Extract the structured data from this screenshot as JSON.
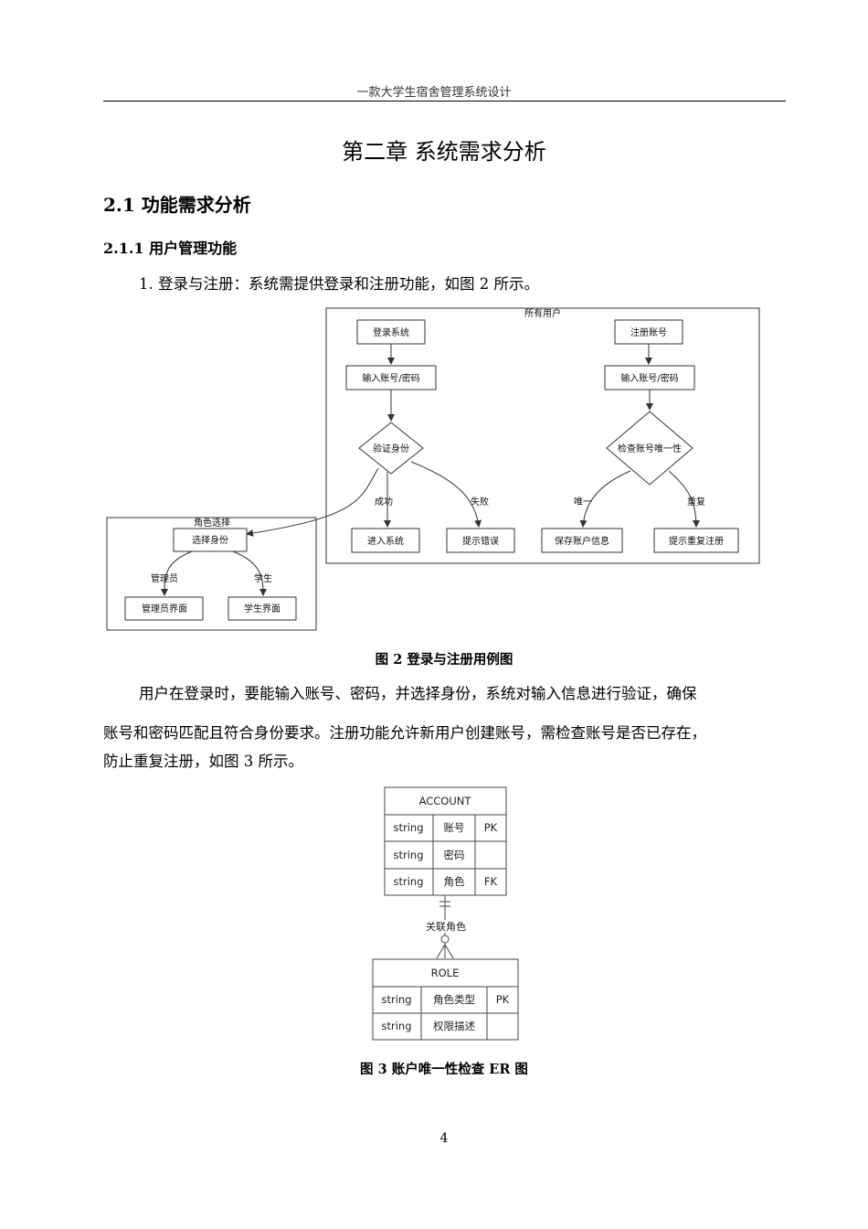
{
  "header": {
    "title": "一款大学生宿舍管理系统设计"
  },
  "chapter": {
    "title": "第二章  系统需求分析"
  },
  "section": {
    "title": "2.1  功能需求分析"
  },
  "subsection": {
    "title": "2.1.1  用户管理功能"
  },
  "item1": {
    "text": "1. 登录与注册：系统需提供登录和注册功能，如图 2 所示。"
  },
  "figure2": {
    "outer_label": "所有用户",
    "login_system": "登录系统",
    "input_login": "输入账号/密码",
    "verify": "验证身份",
    "success": "成功",
    "fail": "失败",
    "enter": "进入系统",
    "error": "提示错误",
    "register": "注册账号",
    "input_register": "输入账号/密码",
    "check_unique": "检查账号唯一性",
    "unique": "唯一",
    "duplicate": "重复",
    "save": "保存账户信息",
    "dup_hint": "提示重复注册",
    "role_box_label": "角色选择",
    "select_role": "选择身份",
    "admin": "管理员",
    "student": "学生",
    "admin_ui": "管理员界面",
    "student_ui": "学生界面",
    "caption": "图 2  登录与注册用例图"
  },
  "body_paragraph": {
    "lines": [
      "用户在登录时，要能输入账号、密码，并选择身份，系统对输入信息进行验证，确保",
      "账号和密码匹配且符合身份要求。注册功能允许新用户创建账号，需检查账号是否已存在，",
      "防止重复注册，如图 3 所示。"
    ]
  },
  "figure3": {
    "account": {
      "title": "ACCOUNT",
      "rows": [
        [
          "string",
          "账号",
          "PK"
        ],
        [
          "string",
          "密码",
          ""
        ],
        [
          "string",
          "角色",
          "FK"
        ]
      ]
    },
    "relation_label": "关联角色",
    "role": {
      "title": "ROLE",
      "rows": [
        [
          "string",
          "角色类型",
          "PK"
        ],
        [
          "string",
          "权限描述",
          ""
        ]
      ]
    },
    "caption": "图 3  账户唯一性检查 ER 图"
  },
  "page_number": "4"
}
